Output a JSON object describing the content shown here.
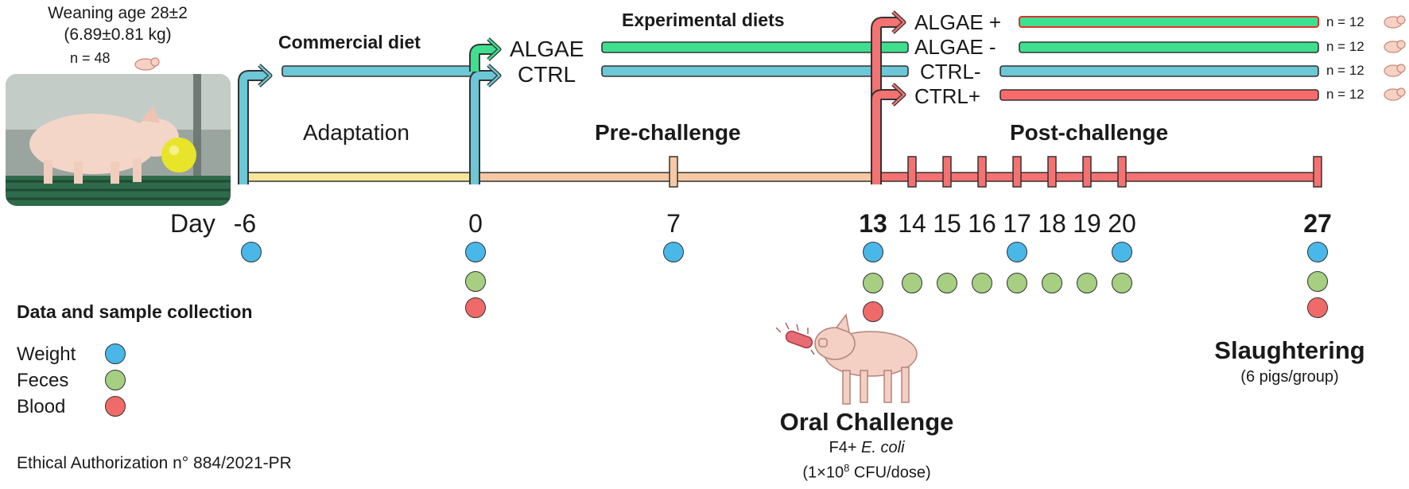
{
  "header": {
    "weaning_age": "Weaning age 28±2",
    "weaning_weight": "(6.89±0.81 kg)",
    "initial_n": "n = 48"
  },
  "phases": {
    "commercial_diet": "Commercial diet",
    "experimental_diets": "Experimental diets",
    "adaptation": "Adaptation",
    "pre_challenge": "Pre-challenge",
    "post_challenge": "Post-challenge"
  },
  "pre_groups": {
    "algae": "ALGAE",
    "ctrl": "CTRL"
  },
  "groups": [
    {
      "label": "ALGAE +",
      "n": "n = 12"
    },
    {
      "label": "ALGAE -",
      "n": "n = 12"
    },
    {
      "label": "CTRL-",
      "n": "n = 12"
    },
    {
      "label": "CTRL+",
      "n": "n = 12"
    }
  ],
  "timeline": {
    "day_label": "Day",
    "days": [
      "-6",
      "0",
      "7",
      "13",
      "14",
      "15",
      "16",
      "17",
      "18",
      "19",
      "20",
      "27"
    ]
  },
  "collection": {
    "title": "Data and sample collection",
    "weight": "Weight",
    "feces": "Feces",
    "blood": "Blood",
    "schedule": {
      "weight": [
        "-6",
        "0",
        "7",
        "13",
        "17",
        "20",
        "27"
      ],
      "feces": [
        "0",
        "13",
        "14",
        "15",
        "16",
        "17",
        "18",
        "19",
        "20",
        "27"
      ],
      "blood": [
        "0",
        "13",
        "27"
      ]
    }
  },
  "challenge": {
    "title": "Oral Challenge",
    "strain_prefix": "F4+ ",
    "strain_name": "E. coli",
    "dose_prefix": "(1×10",
    "dose_exp": "8",
    "dose_suffix": " CFU/dose)"
  },
  "slaughter": {
    "title": "Slaughtering",
    "note": "(6 pigs/group)"
  },
  "footer": {
    "ethics": "Ethical Authorization n° 884/2021-PR"
  },
  "colors": {
    "weight": "#49b8e8",
    "feces": "#a6cf82",
    "blood": "#f06a6a",
    "algae_bar": "#3ee08f",
    "ctrl_bar": "#6cc7d6",
    "ctrl_plus_bar": "#f96b6b",
    "adaptation_line": "#f8e59a",
    "pre_challenge_line": "#f6c9a4",
    "post_challenge_line": "#f47272"
  }
}
